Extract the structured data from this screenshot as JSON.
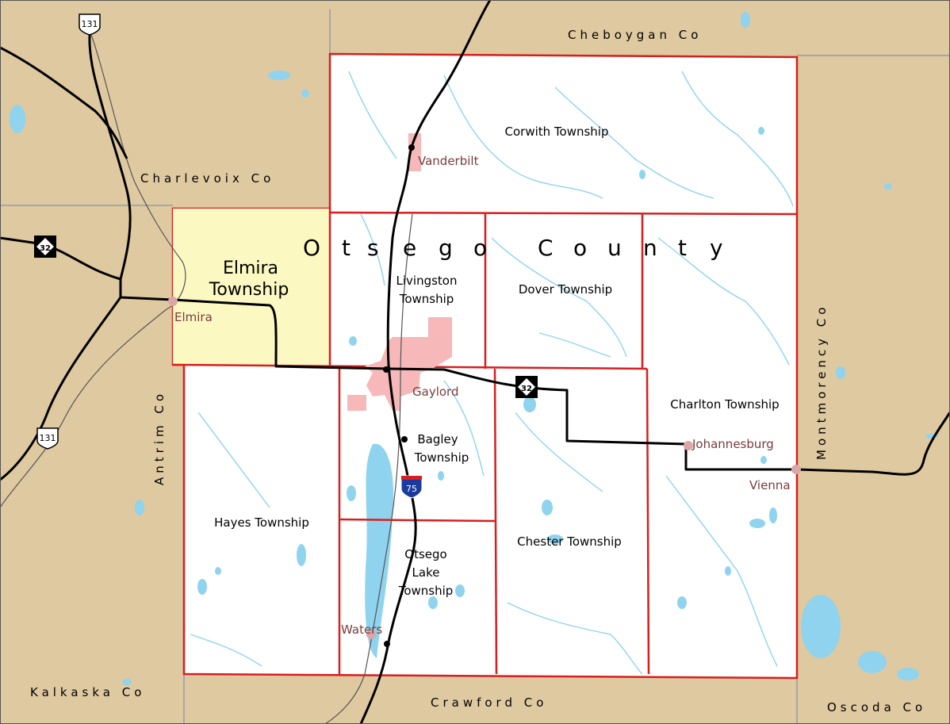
{
  "map": {
    "county_title": [
      "O",
      "t",
      "s",
      "e",
      "g",
      "o",
      "C",
      "o",
      "u",
      "n",
      "t",
      "y"
    ],
    "neighbors": {
      "cheboygan": "Cheboygan Co",
      "charlevoix": "Charlevoix Co",
      "antrim": "Antrim Co",
      "kalkaska": "Kalkaska Co",
      "crawford": "Crawford Co",
      "oscoda": "Oscoda Co",
      "montmorency": "Montmorency Co"
    },
    "townships": {
      "elmira": [
        "Elmira",
        "Township"
      ],
      "corwith": "Corwith Township",
      "livingston": [
        "Livingston",
        "Township"
      ],
      "dover": "Dover Township",
      "charlton": "Charlton Township",
      "bagley": [
        "Bagley",
        "Township"
      ],
      "hayes": "Hayes Township",
      "chester": "Chester Township",
      "otsego_lake": [
        "Otsego",
        "Lake",
        "Township"
      ]
    },
    "places": {
      "vanderbilt": "Vanderbilt",
      "elmira": "Elmira",
      "gaylord": "Gaylord",
      "johannesburg": "Johannesburg",
      "vienna": "Vienna",
      "waters": "Waters"
    },
    "highways": {
      "us131_a": "131",
      "us131_b": "131",
      "m32_a": "32",
      "m32_b": "32",
      "i75": "75"
    },
    "highlighted_township": "Elmira Township",
    "colors": {
      "outside": "#dfc9a0",
      "county": "#ffffff",
      "highlight": "#fbf8c2",
      "boundary": "#d81e1e",
      "water": "#8fd3ee",
      "place_fill": "#f6b8b8",
      "road": "#000000"
    }
  }
}
